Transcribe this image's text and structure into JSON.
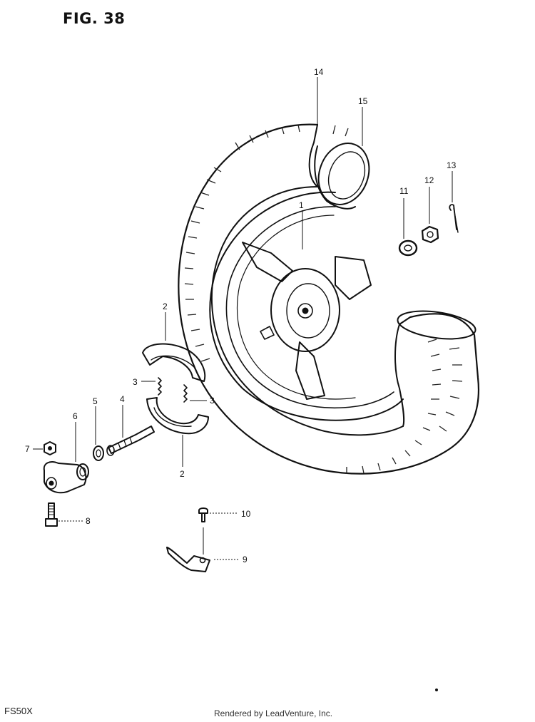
{
  "figure": {
    "title": "FIG. 38",
    "model": "FS50X",
    "credit": "Rendered by LeadVenture, Inc."
  },
  "callouts": {
    "c1": "1",
    "c2a": "2",
    "c2b": "2",
    "c3a": "3",
    "c3b": "3",
    "c4": "4",
    "c5": "5",
    "c6": "6",
    "c7": "7",
    "c8": "8",
    "c9": "9",
    "c10": "10",
    "c11": "11",
    "c12": "12",
    "c13": "13",
    "c14": "14",
    "c15": "15"
  },
  "colors": {
    "ink": "#111111",
    "paper": "#ffffff"
  }
}
